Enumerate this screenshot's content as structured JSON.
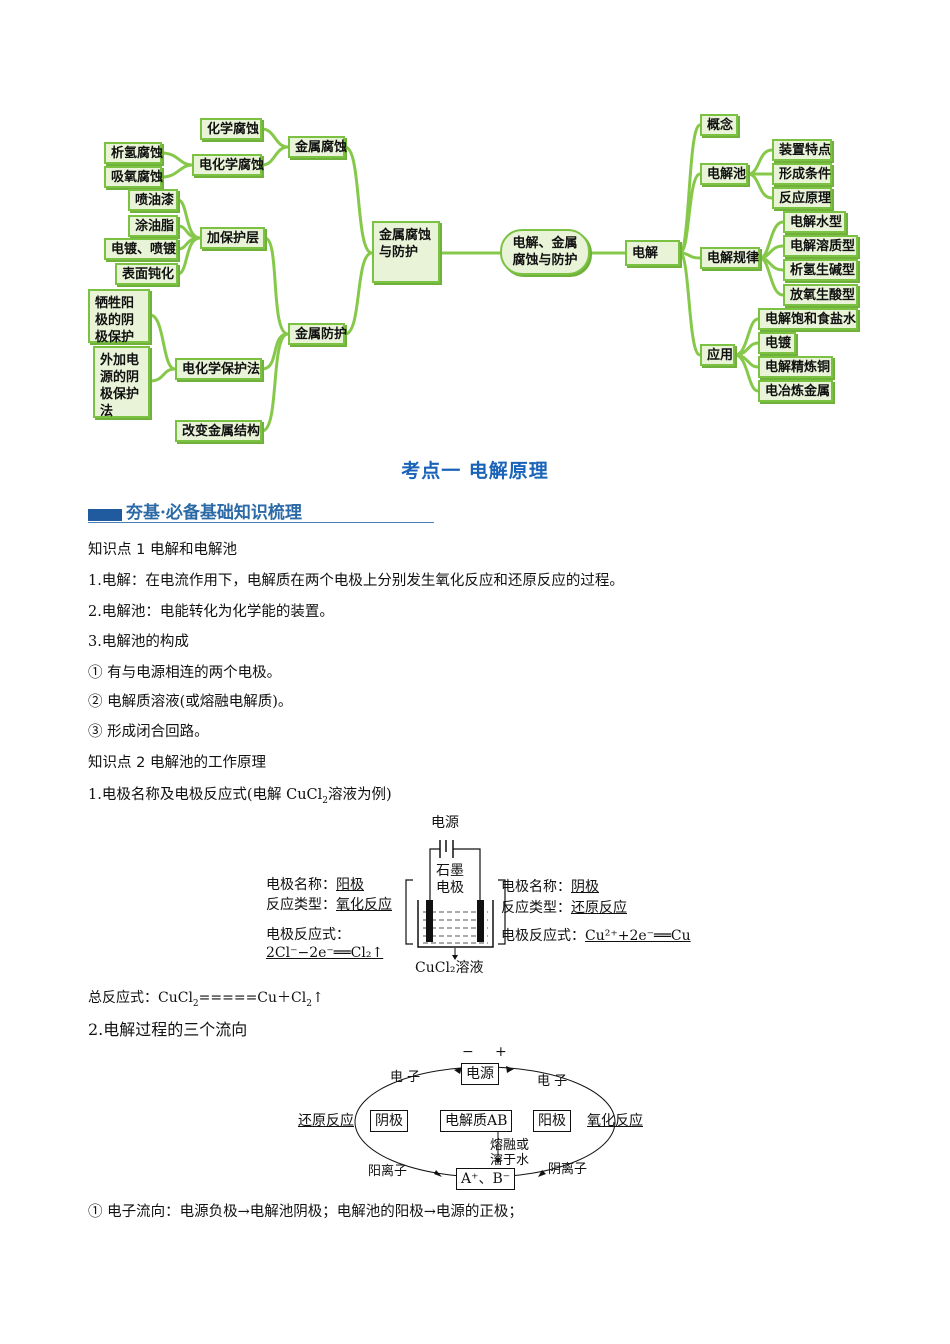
{
  "mindmap": {
    "center": "电解、金属腐蚀与防护",
    "left": {
      "label": "金属腐蚀与防护",
      "corrosion": {
        "label": "金属腐蚀",
        "chemical": "化学腐蚀",
        "electrochemical": "电化学腐蚀",
        "hydrogen": "析氢腐蚀",
        "oxygen": "吸氧腐蚀"
      },
      "protection": {
        "label": "金属防护",
        "coating": "加保护层",
        "paint": "喷油漆",
        "grease": "涂油脂",
        "plating": "电镀、喷镀",
        "passivation": "表面钝化",
        "electrochemical": "电化学保护法",
        "sacrificial": "牺牲阳极的阴极保护法",
        "impressed": "外加电源的阴极保护法",
        "structure": "改变金属结构"
      }
    },
    "right": {
      "label": "电解",
      "concept": "概念",
      "cell": {
        "label": "电解池",
        "device": "装置特点",
        "conditions": "形成条件",
        "principle": "反应原理"
      },
      "rules": {
        "label": "电解规律",
        "water": "电解水型",
        "solute": "电解溶质型",
        "h2base": "析氢生碱型",
        "o2acid": "放氧生酸型"
      },
      "apps": {
        "label": "应用",
        "brine": "电解饱和食盐水",
        "plating": "电镀",
        "refining": "电解精炼铜",
        "metallurgy": "电冶炼金属"
      }
    }
  },
  "section_title": "考点一  电解原理",
  "banner": "夯基·必备基础知识梳理",
  "kp1": {
    "title": "知识点 1 电解和电解池",
    "l1": "1.电解：在电流作用下，电解质在两个电极上分别发生氧化反应和还原反应的过程。",
    "l2": "2.电解池：电能转化为化学能的装置。",
    "l3": "3.电解池的构成",
    "l4": "① 有与电源相连的两个电极。",
    "l5": "② 电解质溶液(或熔融电解质)。",
    "l6": "③ 形成闭合回路。"
  },
  "kp2": {
    "title": "知识点 2 电解池的工作原理",
    "l1a": "1.电极名称及电极反应式(电解 CuCl",
    "l1sub": "2",
    "l1b": "溶液为例)"
  },
  "fig1": {
    "power": "电源",
    "graphite1": "石墨",
    "graphite2": "电极",
    "solution": "CuCl₂溶液",
    "left_name_k": "电极名称：",
    "left_name_v": "阳极",
    "left_type_k": "反应类型：",
    "left_type_v": "氧化反应",
    "left_eq_k": "电极反应式：",
    "left_eq_v": "2Cl⁻−2e⁻══Cl₂↑",
    "right_name_k": "电极名称：",
    "right_name_v": "阴极",
    "right_type_k": "反应类型：",
    "right_type_v": "还原反应",
    "right_eq_k": "电极反应式：",
    "right_eq_v": "Cu²⁺+2e⁻══Cu"
  },
  "total": {
    "a": "总反应式：CuCl",
    "sub": "2",
    "b": "=====Cu＋Cl",
    "sub2": "2",
    "c": "↑"
  },
  "flow_title": "2.电解过程的三个流向",
  "fig2": {
    "minus": "−",
    "plus": "+",
    "power": "电源",
    "electron_left": "电  子",
    "electron_right": "电  子",
    "reduction": "还原反应",
    "cathode": "阴极",
    "electrolyte": "电解质AB",
    "anode": "阳极",
    "oxidation": "氧化反应",
    "melt1": "熔融或",
    "melt2": "溶于水",
    "cation": "阳离子",
    "anion": "阴离子",
    "ions": "A⁺、B⁻"
  },
  "flow1": "① 电子流向：电源负极→电解池阴极；电解池的阳极→电源的正极；"
}
